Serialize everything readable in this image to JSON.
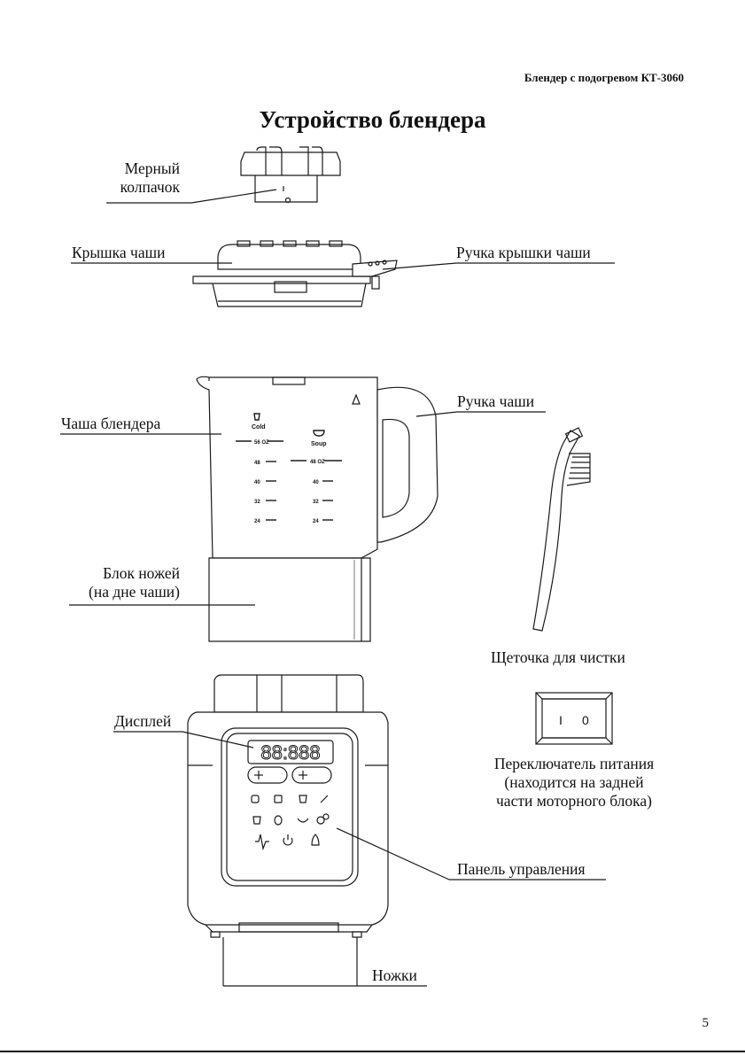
{
  "header": "Блендер с подогревом КТ-3060",
  "title": "Устройство блендера",
  "labels": {
    "measuring_cap_1": "Мерный",
    "measuring_cap_2": "колпачок",
    "lid": "Крышка чаши",
    "lid_handle": "Ручка крышки чаши",
    "jar": "Чаша блендера",
    "jar_handle": "Ручка чаши",
    "blade_block_1": "Блок ножей",
    "blade_block_2": "(на дне чаши)",
    "brush": "Щеточка для чистки",
    "display": "Дисплей",
    "switch_1": "Переключатель питания",
    "switch_2": "(находится на задней",
    "switch_3": "части моторного блока)",
    "control_panel": "Панель управления",
    "feet": "Ножки"
  },
  "jar_marks": {
    "cold": "Cold",
    "soup": "Soup",
    "left_scale": [
      "56 OZ",
      "48",
      "40",
      "32",
      "24"
    ],
    "right_scale": [
      "48 OZ",
      "40",
      "32",
      "24"
    ]
  },
  "switch_marks": {
    "on": "I",
    "off": "0"
  },
  "display_value": "88:888",
  "page_number": "5",
  "colors": {
    "line": "#1a1a1a",
    "panel": "#ffffff"
  }
}
